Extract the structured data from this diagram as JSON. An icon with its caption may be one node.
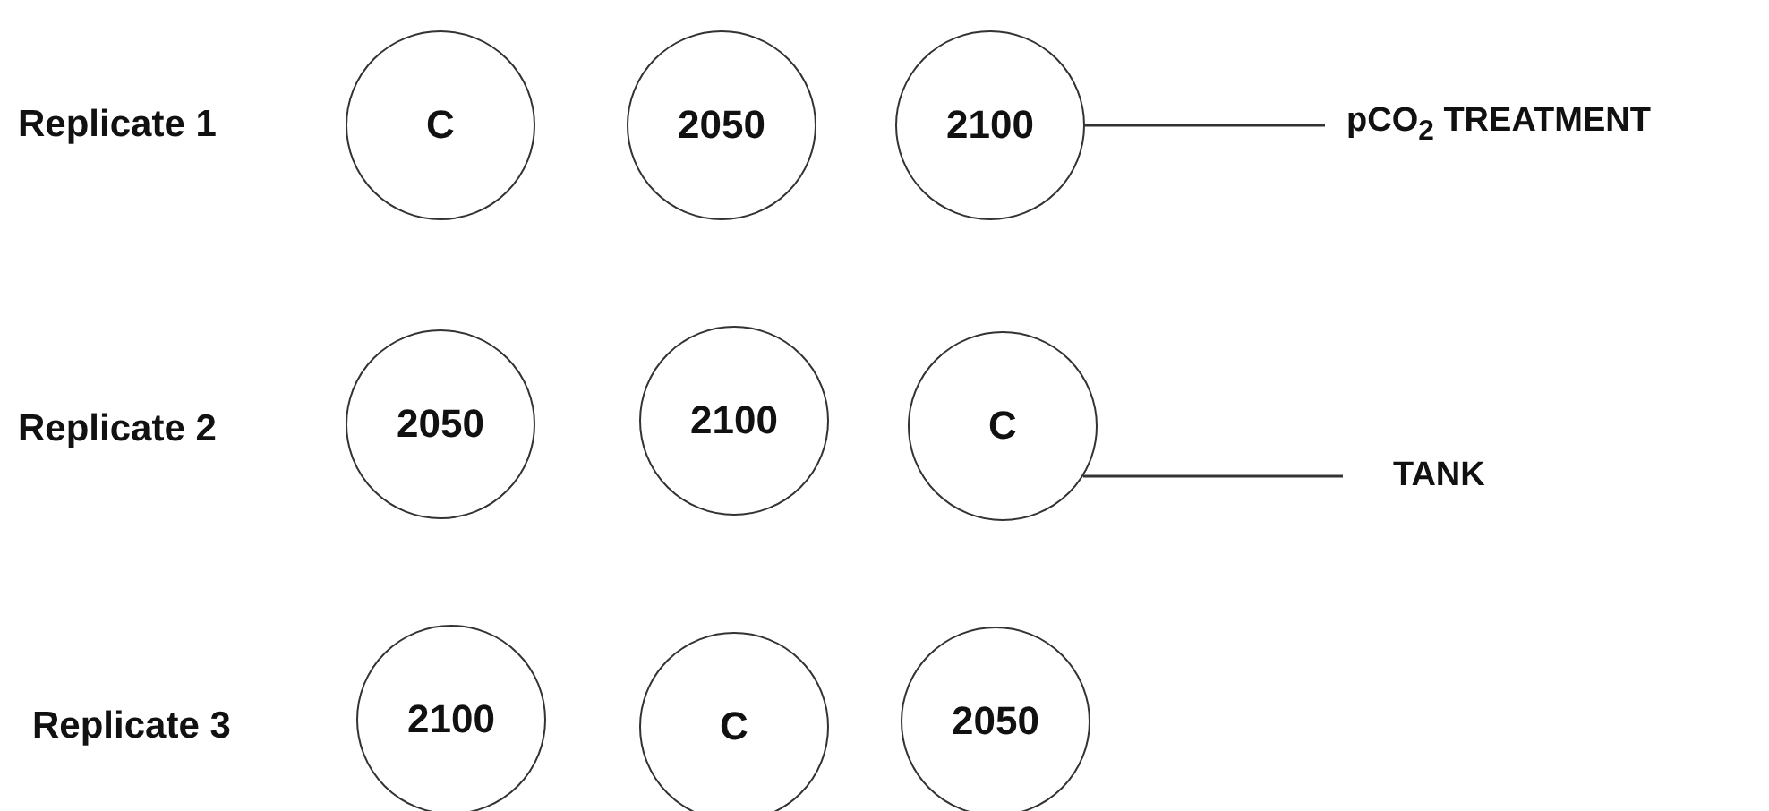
{
  "diagram": {
    "nodes": [
      {
        "text": [
          "C"
        ]
      },
      {
        "text": [
          "2050"
        ]
      },
      {
        "text": [
          "2100"
        ]
      },
      {
        "text": [
          "pCO$_{2}$ TREATMENT"
        ]
      },
      {
        "text": [
          "2050"
        ]
      },
      {
        "text": [
          "2100"
        ]
      },
      {
        "text": [
          "C"
        ]
      },
      {
        "text": [
          "TANK"
        ]
      },
      {
        "text": [
          "2100"
        ]
      },
      {
        "text": [
          "C"
        ]
      },
      {
        "text": [
          "2050"
        ]
      }
    ],
    "edges": [
      {
        "from": 3,
        "to": 2,
        "arrow": "none"
      },
      {
        "from": 7,
        "to": 6,
        "arrow": "none"
      }
    ],
    "labels": [
      "Replicate 1",
      "Replicate 2",
      "Replicate 3"
    ]
  }
}
